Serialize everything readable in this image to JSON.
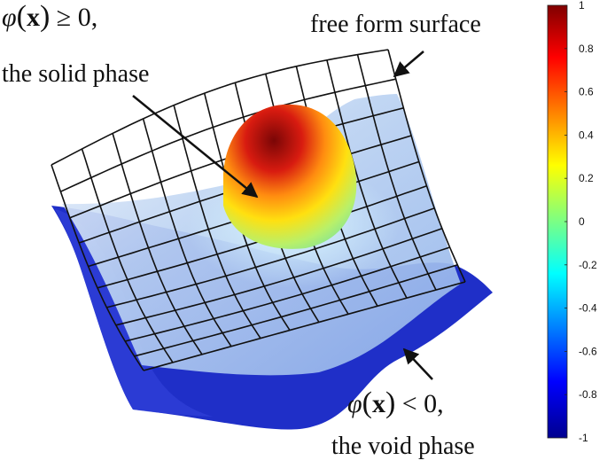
{
  "labels": {
    "solid_condition": {
      "phi": "φ",
      "x": "x",
      "relation": "≥ 0,"
    },
    "solid_phase": "the solid phase",
    "surface": "free form surface",
    "void_condition": {
      "phi": "φ",
      "x": "x",
      "relation": "< 0,"
    },
    "void_phase": "the void phase"
  },
  "colorbar": {
    "ticks": [
      "1",
      "0.8",
      "0.6",
      "0.4",
      "0.2",
      "0",
      "-0.2",
      "-0.4",
      "-0.6",
      "-0.8",
      "-1"
    ],
    "min": -1,
    "max": 1,
    "colormap": "jet"
  },
  "colors": {
    "void_surface": "#1f2fc8",
    "light_surface": "#a9c4f0",
    "mesh": "#111111",
    "bump_top": "#8b0a0a",
    "bump_mid": "#ffdd00",
    "bump_edge": "#7fe39a"
  }
}
